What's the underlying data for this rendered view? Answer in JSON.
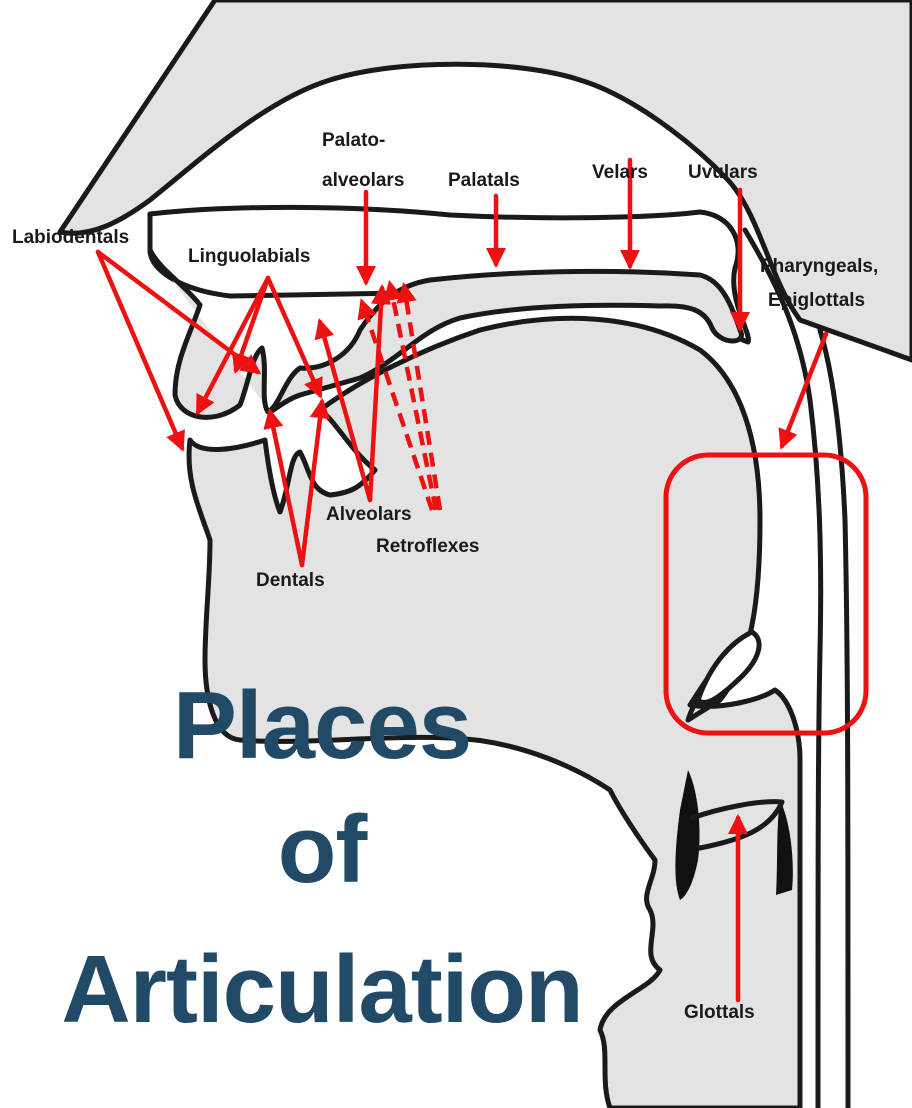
{
  "title": {
    "line1": "Places",
    "line2": "of",
    "line3": "Articulation"
  },
  "labels": {
    "labiodentals": "Labiodentals",
    "linguolabials": "Linguolabials",
    "palato_alveolars_line1": "Palato-",
    "palato_alveolars_line2": "alveolars",
    "palatals": "Palatals",
    "velars": "Velars",
    "uvulars": "Uvulars",
    "pharyngeals_line1": "Pharyngeals,",
    "pharyngeals_line2": "Epiglottals",
    "alveolars": "Alveolars",
    "retroflexes": "Retroflexes",
    "dentals": "Dentals",
    "glottals": "Glottals"
  },
  "colors": {
    "arrow": "#ee1111",
    "title": "#214a66",
    "tissue": "#e3e3e3",
    "outline": "#1a1a1a"
  }
}
